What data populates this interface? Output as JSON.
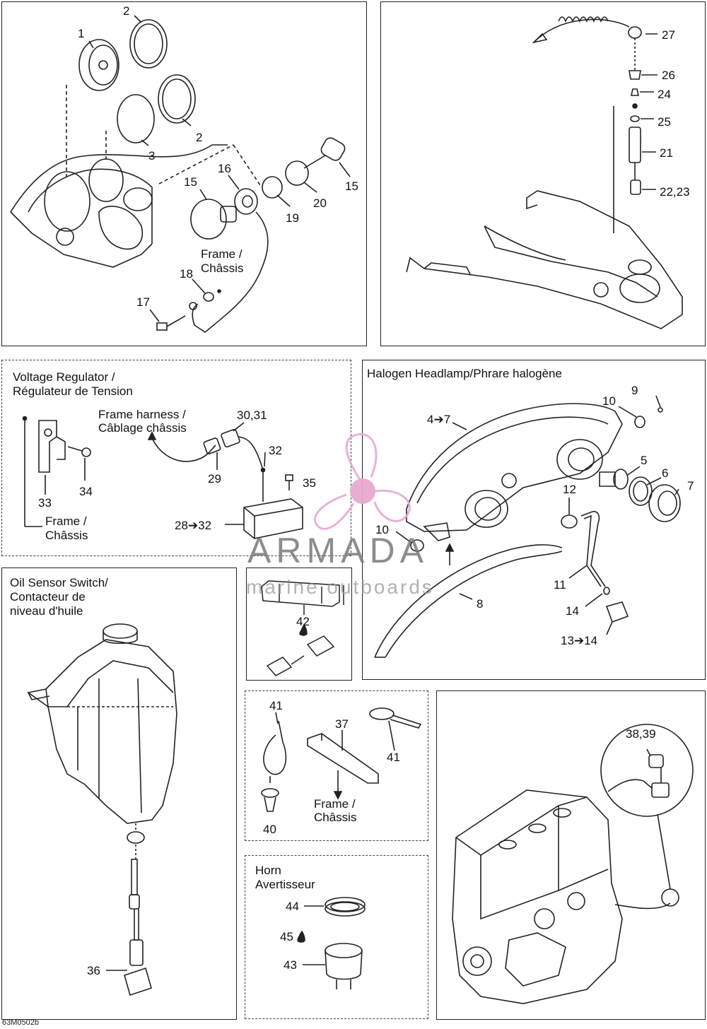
{
  "watermark": {
    "brand": "ARMADA",
    "tagline": "marine outboards",
    "accent": "#e8a9d0"
  },
  "drawing_code": "63M0502b",
  "panels": {
    "gauges": {
      "labels": [
        "1",
        "2",
        "2",
        "3",
        "15",
        "16",
        "19",
        "20",
        "15",
        "Frame /",
        "Châssis",
        "18",
        "17"
      ]
    },
    "top_right": {
      "labels": [
        "27",
        "26",
        "24",
        "25",
        "21",
        "22,23"
      ]
    },
    "voltage": {
      "title": "Voltage Regulator /\nRégulateur de Tension",
      "labels": [
        "Frame harness /",
        "Câblage châssis",
        "30,31",
        "32",
        "29",
        "35",
        "33",
        "34",
        "Frame /",
        "Châssis",
        "28➔32"
      ]
    },
    "headlamp": {
      "title": "Halogen Headlamp/Phrare halogène",
      "labels": [
        "9",
        "10",
        "4➔7",
        "5",
        "6",
        "7",
        "12",
        "10",
        "11",
        "8",
        "14",
        "13➔14"
      ]
    },
    "oil": {
      "title": "Oil Sensor Switch/\nContacteur de\nniveau d'huile",
      "labels": [
        "36"
      ]
    },
    "connector": {
      "labels": [
        "42"
      ]
    },
    "ties": {
      "labels": [
        "41",
        "37",
        "41",
        "Frame /",
        "Châssis",
        "40"
      ]
    },
    "horn": {
      "title": "Horn\nAvertisseur",
      "labels": [
        "44",
        "45",
        "43"
      ]
    },
    "engine": {
      "labels": [
        "38,39"
      ]
    }
  }
}
